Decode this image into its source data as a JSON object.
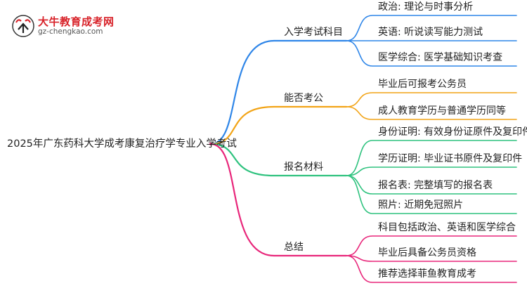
{
  "logo": {
    "name": "大牛教育成考网",
    "url": "gz-chengkao.com"
  },
  "root": {
    "label": "2025年广东药科大学成考康复治疗学专业入学考试"
  },
  "branches": [
    {
      "label": "入学考试科目",
      "color": "#2f86e8",
      "children": [
        "政治: 理论与时事分析",
        "英语: 听说读写能力测试",
        "医学综合: 医学基础知识考查"
      ]
    },
    {
      "label": "能否考公",
      "color": "#f2a417",
      "children": [
        "毕业后可报考公务员",
        "成人教育学历与普通学历同等"
      ]
    },
    {
      "label": "报名材料",
      "color": "#2ec27e",
      "children": [
        "身份证明: 有效身份证原件及复印件",
        "学历证明: 毕业证书原件及复印件",
        "报名表: 完整填写的报名表",
        "照片: 近期免冠照片"
      ]
    },
    {
      "label": "总结",
      "color": "#e8267a",
      "children": [
        "科目包括政治、英语和医学综合",
        "毕业后具备公务员资格",
        "推荐选择菲鱼教育成考"
      ]
    }
  ]
}
